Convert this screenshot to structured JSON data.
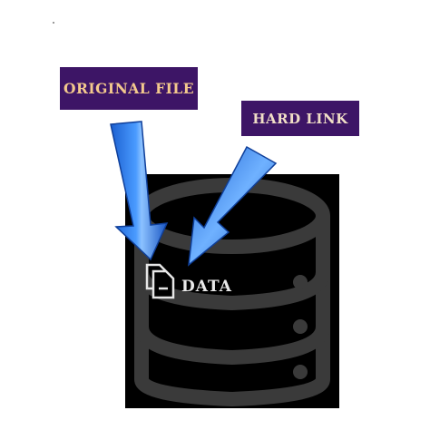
{
  "labels": {
    "original_file": "ORIGINAL FILE",
    "hard_link": "HARD LINK",
    "data": "DATA"
  },
  "icons": {
    "database": "database-icon",
    "file": "file-copy-icon",
    "arrow": "blue-arrow-icon"
  },
  "colors": {
    "label_background": "#3d1566",
    "label_text": "#f3c98d",
    "database": "#000000",
    "database_stroke": "#3a3a3a",
    "arrow_blue": "#2f7fe6"
  }
}
